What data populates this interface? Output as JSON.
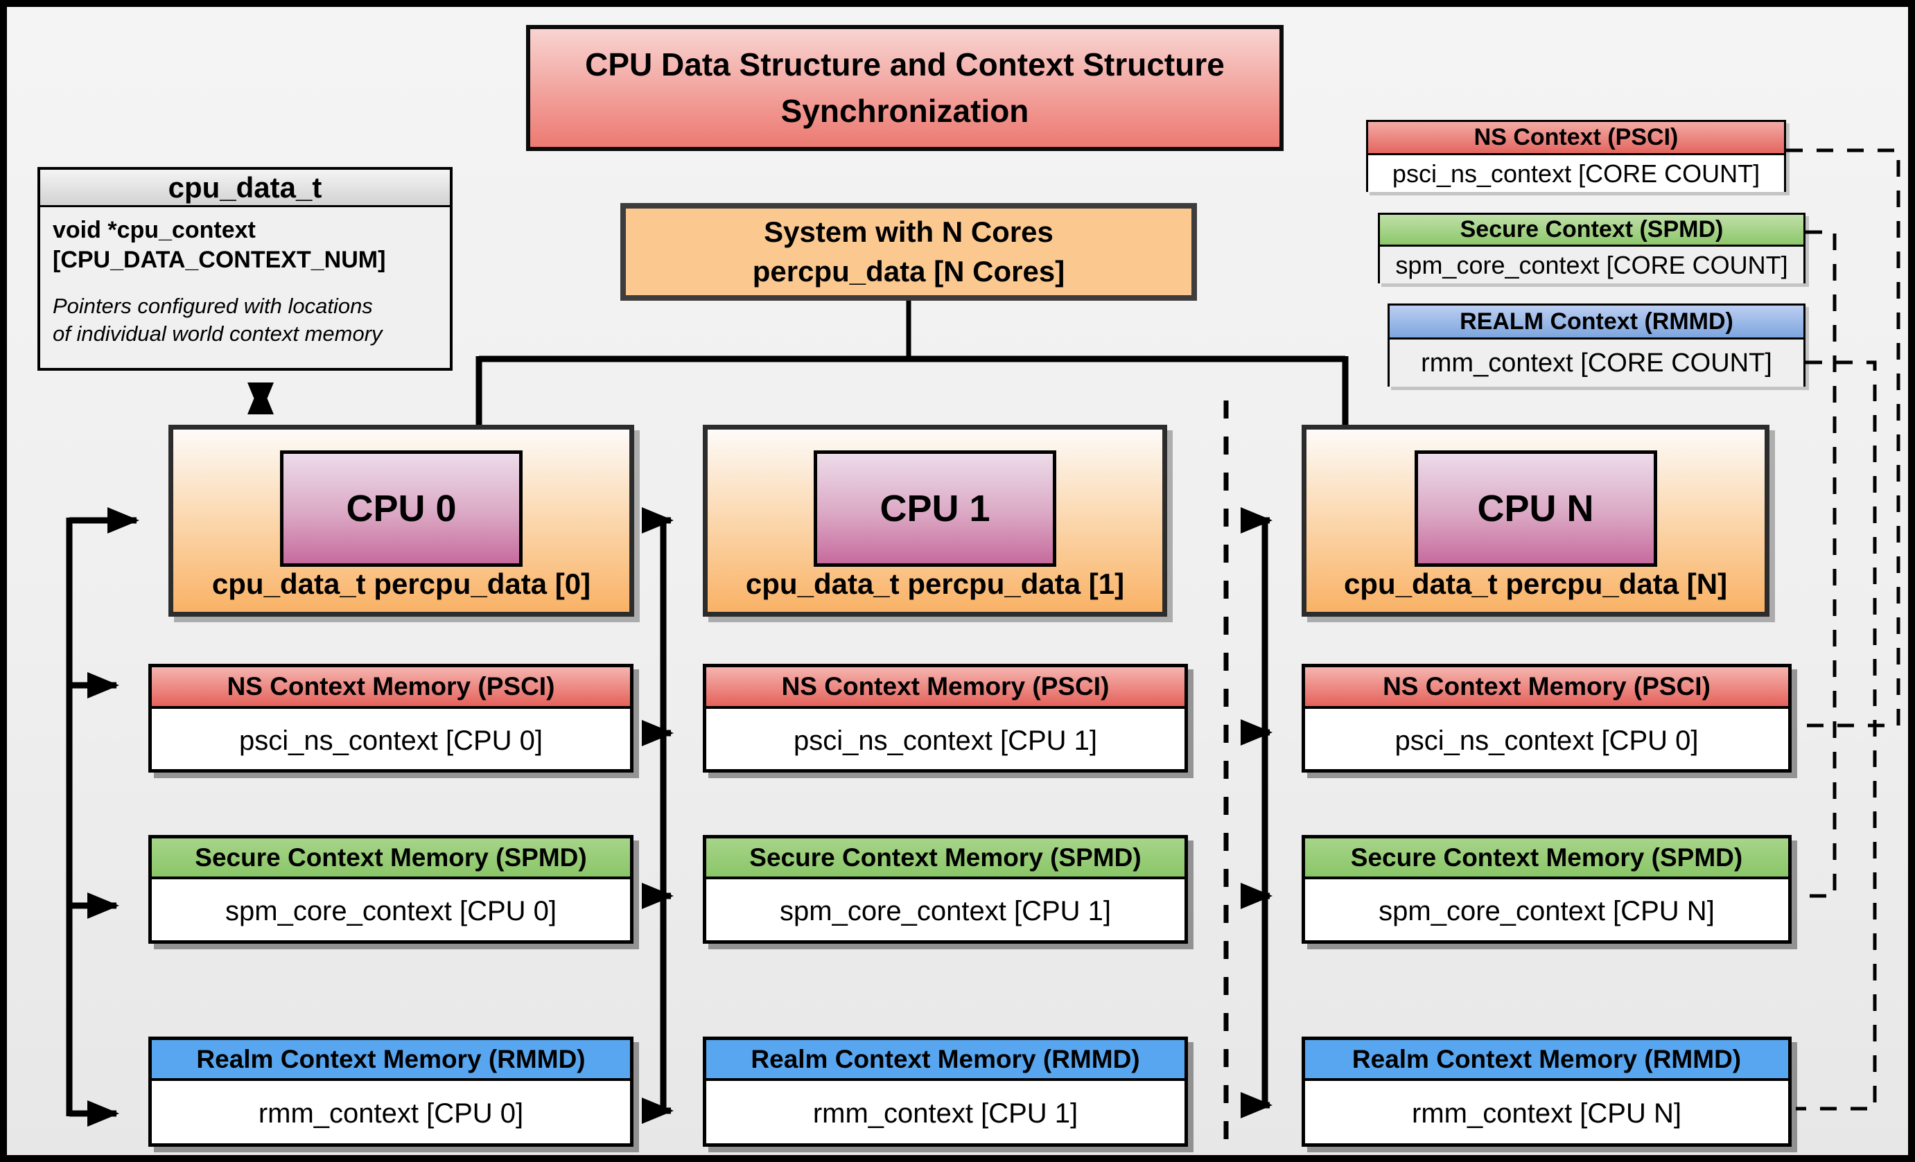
{
  "title": {
    "line1": "CPU Data Structure and Context Structure",
    "line2": "Synchronization"
  },
  "cpu_data_struct": {
    "header": "cpu_data_t",
    "field_line1": "void  *cpu_context",
    "field_line2": "[CPU_DATA_CONTEXT_NUM]",
    "note_line1": "Pointers configured with locations",
    "note_line2": "of individual world context memory"
  },
  "system_box": {
    "line1": "System with N Cores",
    "line2": "percpu_data [N Cores]"
  },
  "legend": {
    "ns": {
      "header": "NS Context  (PSCI)",
      "body": "psci_ns_context [CORE COUNT]"
    },
    "secure": {
      "header": "Secure Context (SPMD)",
      "body": "spm_core_context [CORE COUNT]"
    },
    "realm": {
      "header": "REALM Context (RMMD)",
      "body": "rmm_context [CORE COUNT]"
    }
  },
  "columns": [
    {
      "cpu_label": "CPU 0",
      "data_label": "cpu_data_t percpu_data [0]",
      "ns_header": "NS Context Memory (PSCI)",
      "ns_body": "psci_ns_context [CPU 0]",
      "secure_header": "Secure Context Memory (SPMD)",
      "secure_body": "spm_core_context [CPU 0]",
      "realm_header": "Realm Context Memory (RMMD)",
      "realm_body": "rmm_context [CPU 0]"
    },
    {
      "cpu_label": "CPU 1",
      "data_label": "cpu_data_t percpu_data [1]",
      "ns_header": "NS Context Memory (PSCI)",
      "ns_body": "psci_ns_context [CPU 1]",
      "secure_header": "Secure Context Memory (SPMD)",
      "secure_body": "spm_core_context [CPU 1]",
      "realm_header": "Realm Context Memory (RMMD)",
      "realm_body": "rmm_context [CPU 1]"
    },
    {
      "cpu_label": "CPU N",
      "data_label": "cpu_data_t percpu_data [N]",
      "ns_header": "NS Context Memory (PSCI)",
      "ns_body": "psci_ns_context [CPU 0]",
      "secure_header": "Secure Context Memory (SPMD)",
      "secure_body": "spm_core_context [CPU N]",
      "realm_header": "Realm Context Memory (RMMD)",
      "realm_body": "rmm_context [CPU N]"
    }
  ],
  "colors": {
    "ns_red": "#E4625B",
    "secure_green": "#8CC76A",
    "realm_blue": "#58A6F0",
    "system_orange": "#FBC890",
    "cpu_orange": "#F9B266",
    "cpu_chip_magenta": "#C76B9E",
    "title_red": "#EC7A72",
    "line_black": "#000000"
  }
}
